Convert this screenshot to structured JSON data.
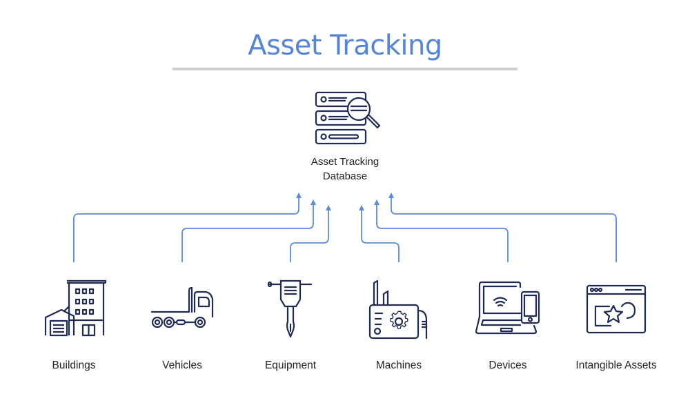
{
  "title": "Asset Tracking",
  "database": {
    "icon": "database-search-icon",
    "label_line1": "Asset Tracking",
    "label_line2": "Database"
  },
  "colors": {
    "title": "#5585d8",
    "connector": "#5b8ae0",
    "icon_stroke": "#1e2a52",
    "rule": "#cfcfcf",
    "text": "#222222"
  },
  "assets": [
    {
      "label": "Buildings",
      "icon": "buildings-icon"
    },
    {
      "label": "Vehicles",
      "icon": "truck-icon"
    },
    {
      "label": "Equipment",
      "icon": "jackhammer-icon"
    },
    {
      "label": "Machines",
      "icon": "machine-gear-icon"
    },
    {
      "label": "Devices",
      "icon": "laptop-phone-icon"
    },
    {
      "label": "Intangible Assets",
      "icon": "browser-star-icon"
    }
  ]
}
